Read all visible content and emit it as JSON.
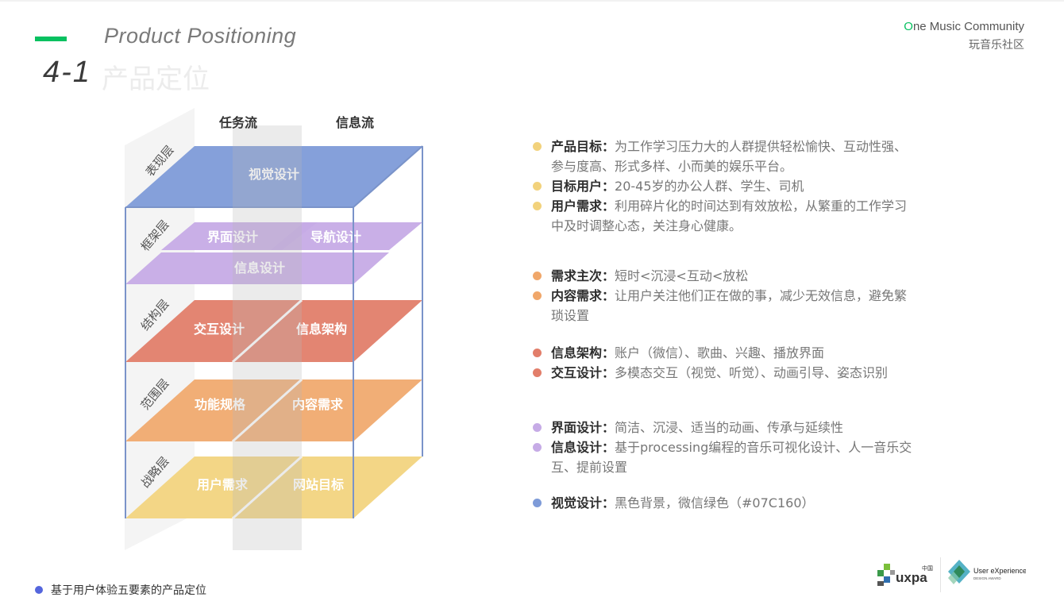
{
  "header": {
    "subtitle_en": "Product Positioning",
    "section_number": "4-1",
    "section_title": "产品定位",
    "brand_o": "O",
    "brand_rest": "ne Music Community",
    "brand_cn": "玩音乐社区"
  },
  "diagram": {
    "col_task": "任务流",
    "col_info": "信息流",
    "layers": {
      "surface": "表现层",
      "skeleton": "框架层",
      "structure": "结构层",
      "scope": "范围层",
      "strategy": "战略层"
    },
    "cells": {
      "visual": "视觉设计",
      "interface": "界面设计",
      "navigation": "导航设计",
      "info_design": "信息设计",
      "interaction": "交互设计",
      "info_arch": "信息架构",
      "function_spec": "功能规格",
      "content_req": "内容需求",
      "user_needs": "用户需求",
      "site_goals": "网站目标"
    }
  },
  "bullets": [
    {
      "key": "产品目标：",
      "text": "为工作学习压力大的人群提供轻松愉快、互动性强、",
      "cont": "参与度高、形式多样、小而美的娱乐平台。"
    },
    {
      "key": "目标用户：",
      "text": "20-45岁的办公人群、学生、司机"
    },
    {
      "key": "用户需求：",
      "text": "利用碎片化的时间达到有效放松，从繁重的工作学习",
      "cont": "中及时调整心态，关注身心健康。"
    },
    {
      "key": "需求主次：",
      "text": "短时<沉浸<互动<放松"
    },
    {
      "key": "内容需求：",
      "text": "让用户关注他们正在做的事，减少无效信息，避免繁",
      "cont": "琐设置"
    },
    {
      "key": "信息架构：",
      "text": "账户（微信）、歌曲、兴趣、播放界面"
    },
    {
      "key": "交互设计：",
      "text": "多模态交互（视觉、听觉）、动画引导、姿态识别"
    },
    {
      "key": "界面设计：",
      "text": "简洁、沉浸、适当的动画、传承与延续性"
    },
    {
      "key": "信息设计：",
      "text": "基于processing编程的音乐可视化设计、人一音乐交",
      "cont": "互、提前设置"
    },
    {
      "key": "视觉设计：",
      "text": "黑色背景，微信绿色（#07C160）"
    }
  ],
  "footer": {
    "note": "基于用户体验五要素的产品定位"
  },
  "logos": {
    "uxpa": "uxpa",
    "uxpa_cn": "中国",
    "ue_line1": "User eXperience",
    "ue_line2": "DESIGN AWARD"
  },
  "colors": {
    "accent": "#07C160",
    "yellow": "#F2D27C",
    "orange": "#F0A76A",
    "red": "#E27E6A",
    "purple": "#C6ABE6",
    "blue": "#7E9BD8",
    "footer_dot": "#5566DD"
  }
}
